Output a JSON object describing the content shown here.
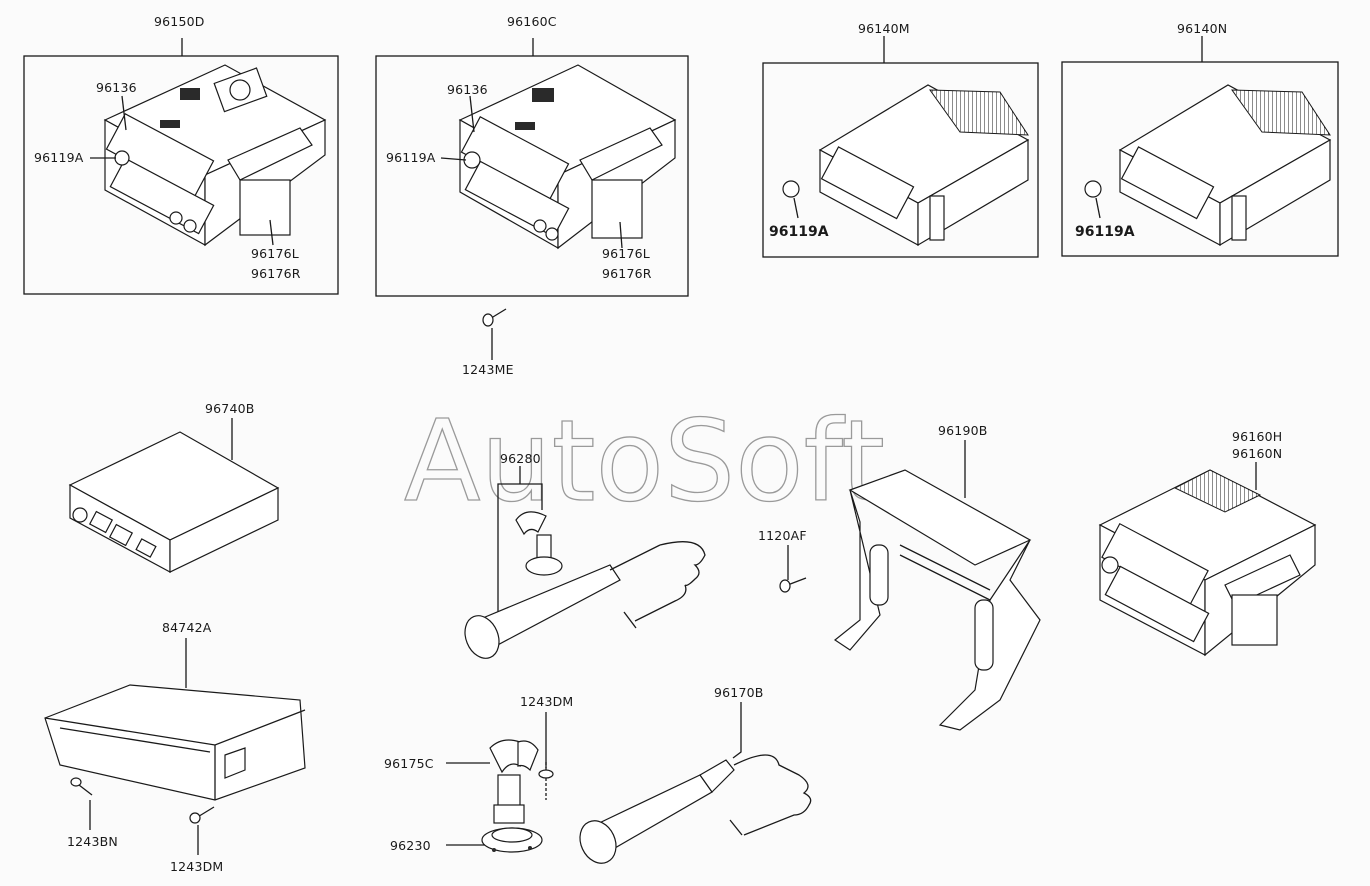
{
  "watermark": "AutoSoft",
  "part_labels": {
    "p96150D": "96150D",
    "p96136_a": "96136",
    "p96119A_a": "96119A",
    "p96176L_a": "96176L",
    "p96176R_a": "96176R",
    "p96160C": "96160C",
    "p96136_b": "96136",
    "p96119A_b": "96119A",
    "p96176L_b": "96176L",
    "p96176R_b": "96176R",
    "p96140M": "96140M",
    "p96119A_c": "96119A",
    "p96140N": "96140N",
    "p96119A_d": "96119A",
    "p1243ME": "1243ME",
    "p96740B": "96740B",
    "p96280": "96280",
    "p96190B": "96190B",
    "p1120AF": "1120AF",
    "p96160H": "96160H",
    "p96160N": "96160N",
    "p84742A": "84742A",
    "p1243DM_a": "1243DM",
    "p96175C": "96175C",
    "p96170B": "96170B",
    "p96230": "96230",
    "p1243BN": "1243BN",
    "p1243DM_b": "1243DM"
  }
}
